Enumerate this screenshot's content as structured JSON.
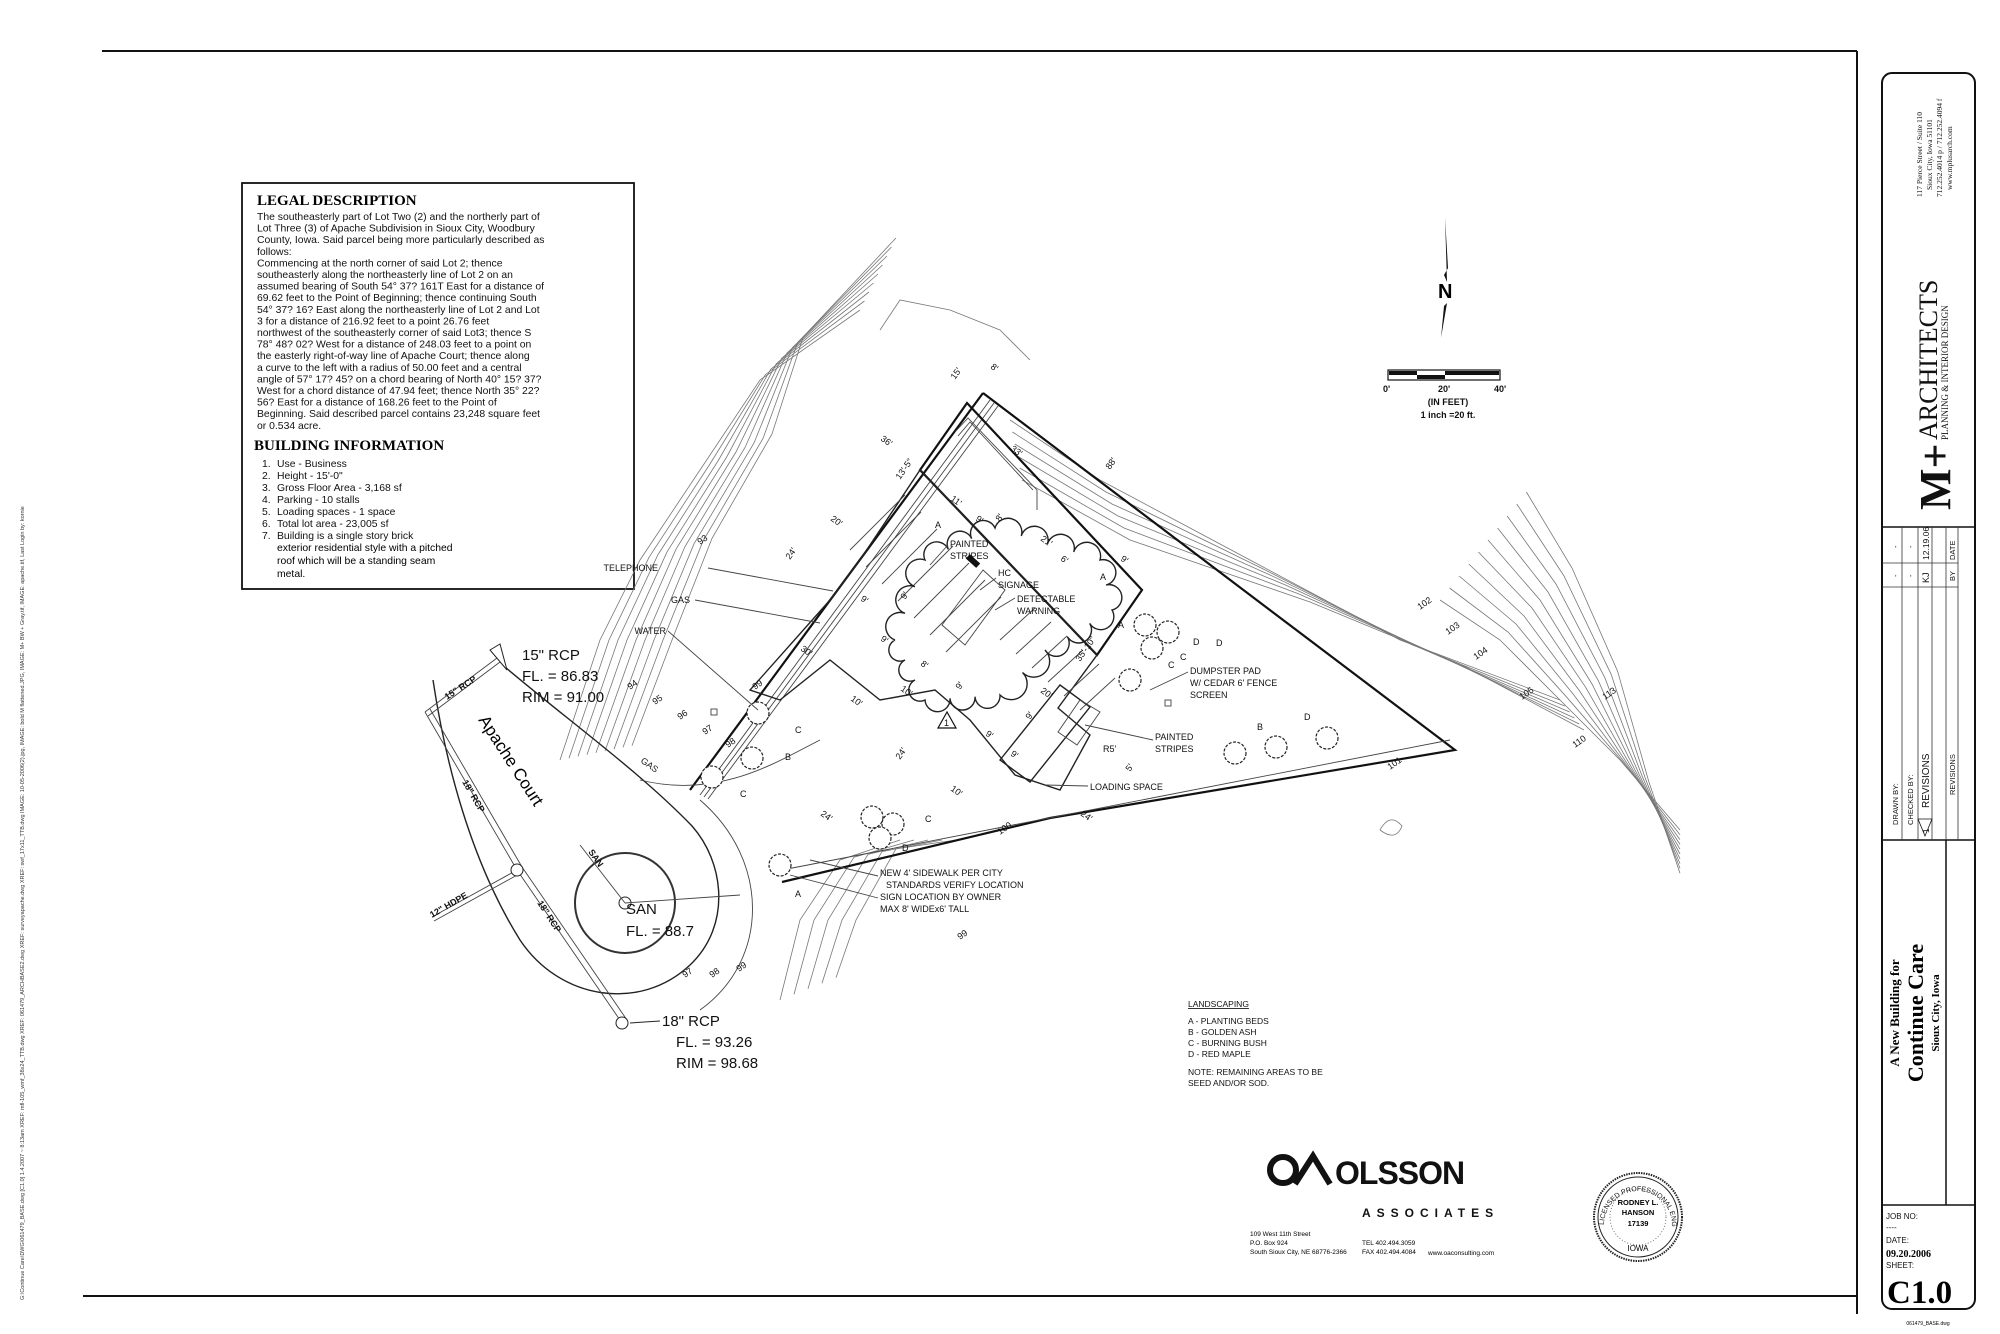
{
  "margin_text": "G:\\Continue Care\\DWG\\061479_BASE.dwg [C1.0]   1.4.2007 ~ 8:13am   XREF: mfl-105_wmf_38x24_TTB.dwg  XREF: 061479_ARCHBASE2.dwg  XREF: surveyapache.dwg  XREF: swf_17x11_TTB.dwg   IMAGE: 10-05-2006(2).jpg, IMAGE: bold M flattened.JPG, IMAGE: M+ BW + Gray.tif, IMAGE: apache.tif,   Last Login by: kornie",
  "legal": {
    "heading": "LEGAL DESCRIPTION",
    "lines": [
      "The southeasterly part of Lot Two (2) and the northerly part of",
      "Lot Three (3) of Apache Subdivision in Sioux City, Woodbury",
      "County, Iowa. Said parcel being more particularly described as",
      "follows:",
      "Commencing at the north corner of said Lot 2; thence",
      "southeasterly along the northeasterly line of Lot 2 on an",
      "assumed bearing of South 54° 37? 161T East for a distance of",
      "69.62 feet to the Point of Beginning; thence continuing South",
      "54° 37? 16? East along the northeasterly line of Lot 2 and Lot",
      "3 for a distance of 216.92 feet to a point 26.76 feet",
      "northwest of the southeasterly corner of said Lot3; thence S",
      "78° 48? 02? West for a distance of 248.03 feet to a point on",
      "the easterly right-of-way line of Apache Court; thence along",
      "a curve to the left with a radius of 50.00 feet and a central",
      "angle of 57° 17? 45? on a chord bearing of North 40° 15? 37?",
      "West for a chord distance of 47.94 feet; thence North 35° 22?",
      "56? East for a distance of 168.26 feet to the Point of",
      "Beginning. Said described parcel contains 23,248 square feet",
      "or 0.534 acre."
    ]
  },
  "building_info": {
    "heading": "BUILDING INFORMATION",
    "items": [
      {
        "num": "1.",
        "text": "Use - Business"
      },
      {
        "num": "2.",
        "text": "Height - 15'-0\""
      },
      {
        "num": "3.",
        "text": "Gross Floor Area - 3,168 sf"
      },
      {
        "num": "4.",
        "text": "Parking - 10 stalls"
      },
      {
        "num": "5.",
        "text": "Loading spaces - 1 space"
      },
      {
        "num": "6.",
        "text": "Total lot area - 23,005 sf"
      },
      {
        "num": "7.",
        "text": "Building is a single story brick"
      }
    ],
    "item7_cont": [
      "exterior residential style with a pitched",
      "roof which will be a standing seam",
      "metal."
    ]
  },
  "north_arrow": {
    "letter": "N"
  },
  "scale_bar": {
    "ticks": [
      "0'",
      "20'",
      "40'"
    ],
    "units": "(IN FEET)",
    "ratio": "1 inch =20 ft."
  },
  "plan_labels": {
    "telephone": "TELEPHONE",
    "gas": "GAS",
    "water": "WATER",
    "gas_small": "GAS",
    "painted_stripes": [
      "PAINTED",
      "STRIPES"
    ],
    "hc_signage": [
      "HC",
      "SIGNAGE"
    ],
    "detectable_warning": [
      "DETECTABLE",
      "WARNING"
    ],
    "dumpster": [
      "DUMPSTER PAD",
      "W/ CEDAR 6' FENCE",
      "SCREEN"
    ],
    "painted_stripes_2": [
      "PAINTED",
      "STRIPES"
    ],
    "loading_space": "LOADING SPACE",
    "r5": "R5'",
    "sidewalk": [
      "NEW 4' SIDEWALK PER CITY",
      "STANDARDS VERIFY LOCATION"
    ],
    "sign": [
      "SIGN LOCATION BY OWNER",
      "MAX 8' WIDEx6' TALL"
    ],
    "rcp15": [
      "15\" RCP",
      "FL. = 86.83",
      "RIM = 91.00"
    ],
    "san": [
      "SAN",
      "FL. = 88.7"
    ],
    "rcp18": [
      "18\" RCP",
      "FL. = 93.26",
      "RIM = 98.68"
    ],
    "street": "Apache Court",
    "pipe_15": "15\" RCP",
    "pipe_18a": "18\" RCP",
    "pipe_18b": "18\" RCP",
    "pipe_hdpe": "12\" HDPE",
    "san_line": "SAN",
    "revision_tag": "1",
    "dims": [
      "15'",
      "8'",
      "33'",
      "88'",
      "36'",
      "20'",
      "24'",
      "9'",
      "9'",
      "9'",
      "8'",
      "10'",
      "9'",
      "9'",
      "9'",
      "9'",
      "30'",
      "10'",
      "24'",
      "10'",
      "20'",
      "35'-10\"",
      "21'",
      "6'",
      "5'",
      "24'",
      "24'",
      "13'-5\"",
      "11'",
      "9'",
      "8'",
      "9'"
    ],
    "contours": [
      "93",
      "94",
      "95",
      "96",
      "97",
      "98",
      "99",
      "100",
      "101",
      "102",
      "103",
      "104",
      "105",
      "110",
      "113",
      "99",
      "97",
      "98",
      "99"
    ],
    "plants": [
      "A",
      "A",
      "A",
      "A",
      "B",
      "B",
      "C",
      "C",
      "C",
      "C",
      "C",
      "D",
      "D",
      "D",
      "D"
    ]
  },
  "landscaping": {
    "heading": "LANDSCAPING",
    "items": [
      "A - PLANTING BEDS",
      "B - GOLDEN ASH",
      "C - BURNING BUSH",
      "D - RED MAPLE"
    ],
    "note": [
      "NOTE: REMAINING AREAS TO BE",
      "SEED AND/OR SOD."
    ]
  },
  "olsson": {
    "name": "OLSSON",
    "sub": "ASSOCIATES",
    "address": [
      "109 West 11th Street",
      "P.O. Box 924",
      "South Sioux City, NE 68776-2366"
    ],
    "tel": "TEL 402.494.3059",
    "fax": "FAX 402.494.4084",
    "web": "www.oaconsulting.com"
  },
  "seal": {
    "ring": "LICENSED PROFESSIONAL ENGINEER",
    "name1": "RODNEY L.",
    "name2": "HANSON",
    "number": "17139",
    "state": "IOWA"
  },
  "title_block": {
    "address": [
      "117 Pierce Street / Suite 110",
      "Sioux City, Iowa  51101",
      "712.252.4014 p  /  712.252.4094 f",
      "www.mplusarch.com"
    ],
    "firm_mark": "M+",
    "firm_name": "ARCHITECTS",
    "firm_tagline": "PLANNING & INTERIOR DESIGN",
    "drawn_by_label": "DRAWN BY:",
    "drawn_by": [
      "-",
      "-"
    ],
    "checked_by_label": "CHECKED BY:",
    "checked_by": [
      "-",
      "-"
    ],
    "revisions_label": "REVISIONS",
    "revision_number": "1",
    "revision_by": "KJ",
    "revision_date": "12.19.06",
    "footer_revisions": "REVISIONS",
    "footer_by": "BY",
    "footer_date": "DATE",
    "project_pre": "A New Building for",
    "project_name": "Continue Care",
    "project_location": "Sioux City, Iowa",
    "job_no_label": "JOB NO:",
    "job_no": "----",
    "date_label": "DATE:",
    "date": "09.20.2006",
    "sheet_label": "SHEET:",
    "sheet": "C1.0",
    "file": "061479_BASE.dwg"
  }
}
